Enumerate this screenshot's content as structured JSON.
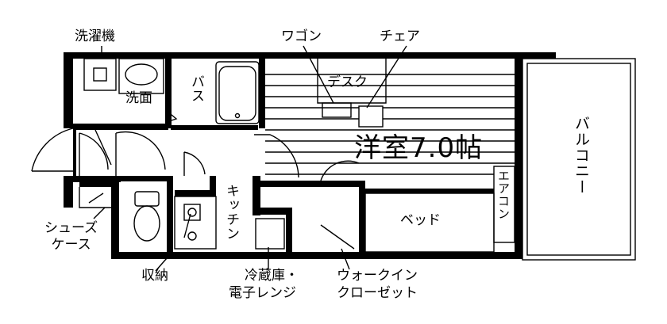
{
  "labels": {
    "washer": "洗濯機",
    "wash": "洗面",
    "bath": "バス",
    "wagon": "ワゴン",
    "chair": "チェア",
    "desk": "デスク",
    "room": "洋室7.0帖",
    "balcony": "バルコニー",
    "aircon": "エアコン",
    "kitchen": "キッチン",
    "bed": "ベッド",
    "shoes": "シューズ\nケース",
    "storage": "収納",
    "fridge_line1": "冷蔵庫・",
    "fridge_line2": "電子レンジ",
    "closet_line1": "ウォークイン",
    "closet_line2": "クローゼット"
  },
  "colors": {
    "wall": "#000000",
    "line": "#000000",
    "background": "#ffffff"
  }
}
